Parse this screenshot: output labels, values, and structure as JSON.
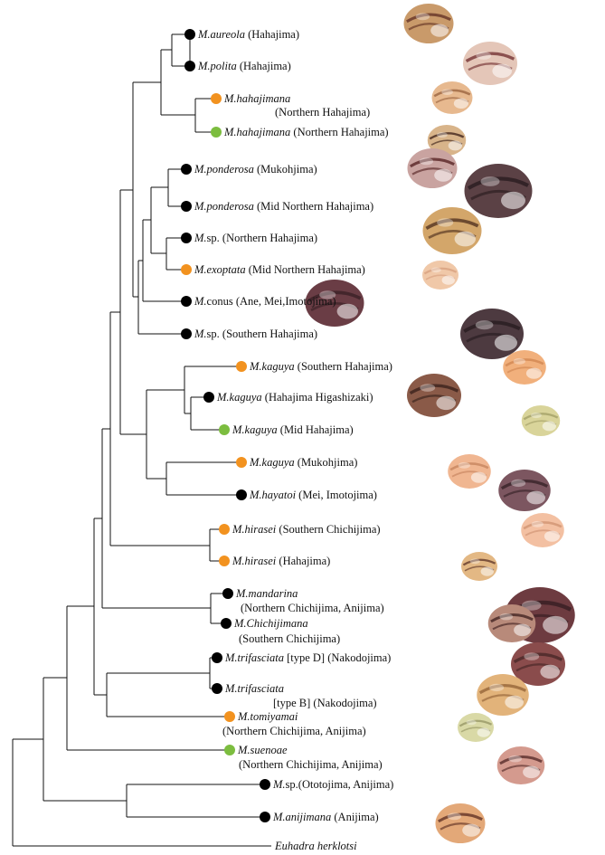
{
  "colors": {
    "black": "#000000",
    "orange": "#f2921f",
    "green": "#7cbd3f"
  },
  "taxa": [
    {
      "id": "t1",
      "genus": "M.",
      "species": "aureola",
      "rest": " (Hahajima)",
      "line2": "",
      "dot": "black"
    },
    {
      "id": "t2",
      "genus": "M.",
      "species": "polita",
      "rest": " (Hahajima)",
      "line2": "",
      "dot": "black"
    },
    {
      "id": "t3",
      "genus": "M.",
      "species": "hahajimana",
      "rest": "",
      "line2": "(Northern Hahajima)",
      "dot": "orange"
    },
    {
      "id": "t4",
      "genus": "M.",
      "species": "hahajimana",
      "rest": " (Northern Hahajima)",
      "line2": "",
      "dot": "green"
    },
    {
      "id": "t5",
      "genus": "M.",
      "species": "ponderosa",
      "rest": " (Mukohjima)",
      "line2": "",
      "dot": "black"
    },
    {
      "id": "t6",
      "genus": "M.",
      "species": "ponderosa",
      "rest": " (Mid Northern Hahajima)",
      "line2": "",
      "dot": "black"
    },
    {
      "id": "t7",
      "genus": "M.",
      "species": "",
      "rest": "sp. (Northern Hahajima)",
      "line2": "",
      "dot": "black"
    },
    {
      "id": "t8",
      "genus": "M.",
      "species": "exoptata",
      "rest": " (Mid Northern Hahajima)",
      "line2": "",
      "dot": "orange"
    },
    {
      "id": "t9",
      "genus": "M.",
      "species": "",
      "rest": "conus  (Ane, Mei,Imotojima)",
      "line2": "",
      "dot": "black"
    },
    {
      "id": "t10",
      "genus": "M.",
      "species": "",
      "rest": "sp. (Southern Hahajima)",
      "line2": "",
      "dot": "black"
    },
    {
      "id": "t11",
      "genus": "M.",
      "species": "kaguya",
      "rest": " (Southern Hahajima)",
      "line2": "",
      "dot": "orange"
    },
    {
      "id": "t12",
      "genus": "M.",
      "species": "kaguya",
      "rest": " (Hahajima Higashizaki)",
      "line2": "",
      "dot": "black"
    },
    {
      "id": "t13",
      "genus": "M.",
      "species": "kaguya",
      "rest": " (Mid Hahajima)",
      "line2": "",
      "dot": "green"
    },
    {
      "id": "t14",
      "genus": "M.",
      "species": "kaguya",
      "rest": " (Mukohjima)",
      "line2": "",
      "dot": "orange"
    },
    {
      "id": "t15",
      "genus": "M.",
      "species": "hayatoi",
      "rest": " (Mei, Imotojima)",
      "line2": "",
      "dot": "black"
    },
    {
      "id": "t16",
      "genus": "M.",
      "species": "hirasei",
      "rest": " (Southern Chichijima)",
      "line2": "",
      "dot": "orange"
    },
    {
      "id": "t17",
      "genus": "M.",
      "species": "hirasei",
      "rest": " (Hahajima)",
      "line2": "",
      "dot": "orange"
    },
    {
      "id": "t18",
      "genus": "M.",
      "species": "mandarina",
      "rest": "",
      "line2": "(Northern Chichijima,  Anijima)",
      "dot": "black"
    },
    {
      "id": "t19",
      "genus": "M.",
      "species": "Chichijimana",
      "rest": "",
      "line2": "(Southern Chichijima)",
      "dot": "black"
    },
    {
      "id": "t20",
      "genus": "M.",
      "species": "trifasciata",
      "rest": " [type D] (Nakodojima)",
      "line2": "",
      "dot": "black"
    },
    {
      "id": "t21",
      "genus": "M.",
      "species": "trifasciata",
      "rest": "",
      "line2": "[type B] (Nakodojima)",
      "dot": "black"
    },
    {
      "id": "t22",
      "genus": "M.",
      "species": "tomiyamai",
      "rest": "",
      "line2": "(Northern Chichijima, Anijima)",
      "dot": "orange"
    },
    {
      "id": "t23",
      "genus": "M.",
      "species": "suenoae",
      "rest": "",
      "line2": "(Northern Chichijima, Anijima)",
      "dot": "green"
    },
    {
      "id": "t24",
      "genus": "M.",
      "species": "",
      "rest": "sp.(Ototojima, Anijima)",
      "line2": "",
      "dot": "black"
    },
    {
      "id": "t25",
      "genus": "M.",
      "species": "anijimana",
      "rest": " (Anijima)",
      "line2": "",
      "dot": "black"
    },
    {
      "id": "t26",
      "genus": "",
      "species": "Euhadra herklotsi",
      "rest": "",
      "line2": "",
      "dot": "none"
    }
  ],
  "shells": [
    {
      "tone": "#c99a6a",
      "band": "#6b3a2a"
    },
    {
      "tone": "#e4c6b8",
      "band": "#7b3b3b"
    },
    {
      "tone": "#e7b98f",
      "band": "#a06a45"
    },
    {
      "tone": "#d8b48a",
      "band": "#4a2d22"
    },
    {
      "tone": "#c9a3a0",
      "band": "#5e2c2c"
    },
    {
      "tone": "#5b4145",
      "band": "#2d1f22"
    },
    {
      "tone": "#d3a66a",
      "band": "#5a3a25"
    },
    {
      "tone": "#f0c8a8",
      "band": "#d9a383"
    },
    {
      "tone": "#6a3d45",
      "band": "#3d2228"
    },
    {
      "tone": "#4d3a40",
      "band": "#2a1e22"
    },
    {
      "tone": "#f1b07c",
      "band": "#d38a55"
    },
    {
      "tone": "#8a5a48",
      "band": "#3f2620"
    },
    {
      "tone": "#d9d49a",
      "band": "#a6a36a"
    },
    {
      "tone": "#f0b691",
      "band": "#c98862"
    },
    {
      "tone": "#7c5660",
      "band": "#3c262c"
    },
    {
      "tone": "#f3c0a2",
      "band": "#d29676"
    },
    {
      "tone": "#e3b884",
      "band": "#6b4130"
    },
    {
      "tone": "#6d3b40",
      "band": "#3a2024"
    },
    {
      "tone": "#b88a7a",
      "band": "#4a2a28"
    },
    {
      "tone": "#8a4c4c",
      "band": "#4c2a2a"
    },
    {
      "tone": "#e2b37a",
      "band": "#9a6a3d"
    },
    {
      "tone": "#d9d9a6",
      "band": "#9b9b6a"
    },
    {
      "tone": "#d49a8e",
      "band": "#5f3330"
    },
    {
      "tone": "#e3a878",
      "band": "#6a3a2a"
    }
  ]
}
